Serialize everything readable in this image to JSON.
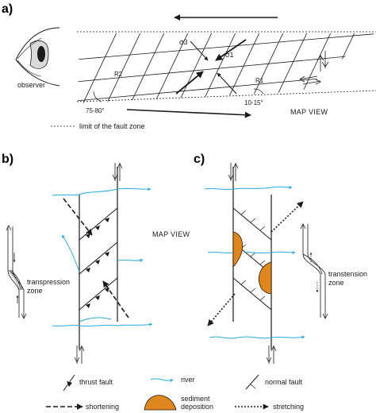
{
  "panels": {
    "a": {
      "letter": "a)",
      "observer": "observer",
      "sigma1": "σ1",
      "sigma3": "σ3",
      "r1": "R1",
      "r2": "R2",
      "angle_r2": "75-80°",
      "angle_r1": "10-15°",
      "map_view": "MAP VIEW",
      "fault_zone_limit": "limit of the fault zone"
    },
    "b": {
      "letter": "b)",
      "transpression": "transpression",
      "zone": "zone",
      "map_view": "MAP VIEW"
    },
    "c": {
      "letter": "c)",
      "transtension": "transtension",
      "zone": "zone"
    }
  },
  "legend": {
    "thrust_fault": "thrust fault",
    "river": "river",
    "normal_fault": "normal fault",
    "shortening": "shortening",
    "sediment_deposition_1": "sediment",
    "sediment_deposition_2": "deposition",
    "stretching": "stretching"
  },
  "colors": {
    "river": "#29a8dc",
    "sediment": "#e0861e",
    "line": "#1a1a1a"
  }
}
